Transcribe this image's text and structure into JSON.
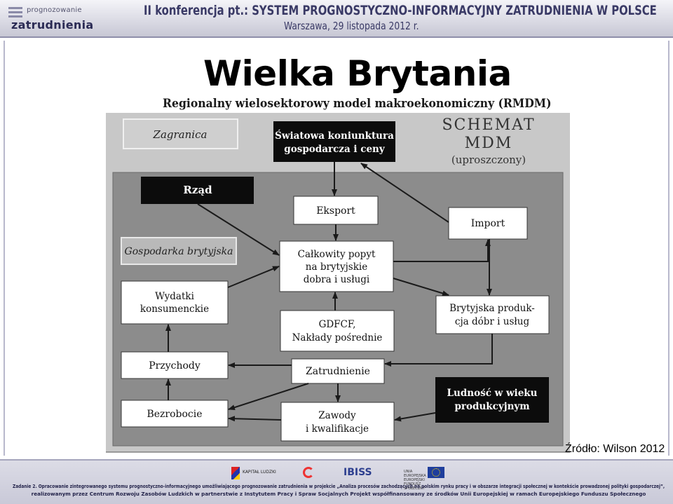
{
  "header": {
    "logo_small": "prognozowanie",
    "logo_big": "zatrudnienia",
    "conference_title": "II konferencja pt.: SYSTEM PROGNOSTYCZNO-INFORMACYJNY ZATRUDNIENIA W POLSCE",
    "conference_subtitle": "Warszawa, 29 listopada 2012 r."
  },
  "slide": {
    "title": "Wielka Brytania",
    "source": "Źródło: Wilson 2012"
  },
  "diagram": {
    "title": "Regionalny wielosektorowy model makroekonomiczny (RMDM)",
    "schema_lines": [
      "SCHEMAT",
      "MDM",
      "(uproszczony)"
    ],
    "outer_label": "Zagranica",
    "inner_label": "Gospodarka brytyjska",
    "nodes": {
      "swiatowa": [
        "Światowa koniunktura",
        "gospodarcza i ceny"
      ],
      "rzad": [
        "Rząd"
      ],
      "eksport": [
        "Eksport"
      ],
      "import": [
        "Import"
      ],
      "popyt": [
        "Całkowity popyt",
        "na brytyjskie",
        "dobra i usługi"
      ],
      "wydatki": [
        "Wydatki",
        "konsumenckie"
      ],
      "gdfcf": [
        "GDFCF,",
        "Nakłady pośrednie"
      ],
      "produkcja": [
        "Brytyjska produk-",
        "cja dóbr i usług"
      ],
      "przychody": [
        "Przychody"
      ],
      "zatrudnienie": [
        "Zatrudnienie"
      ],
      "ludnosc": [
        "Ludność w wieku",
        "produkcyjnym"
      ],
      "bezrobocie": [
        "Bezrobocie"
      ],
      "zawody": [
        "Zawody",
        "i kwalifikacje"
      ]
    },
    "colors": {
      "outer_bg": "#c8c8c8",
      "inner_bg": "#8c8c8c",
      "dark_node": "#0c0c0c",
      "light_node": "#ffffff",
      "arrow": "#1a1a1a"
    }
  },
  "footer": {
    "logo_kapital": "KAPITAŁ LUDZKI",
    "logo_ibs": "IBISS",
    "logo_fund": "UNIA EUROPEJSKA EUROPEJSKI FUNDUSZ SPOŁECZNY",
    "line1": "Zadanie 2. Opracowanie zintegrowanego systemu prognostyczno-informacyjnego umożliwiającego prognozowanie zatrudnienia w projekcie „Analiza procesów zachodzących na polskim rynku pracy i w obszarze integracji społecznej w kontekście prowadzonej polityki gospodarczej”,",
    "line2": "realizowanym przez Centrum Rozwoju Zasobów Ludzkich w partnerstwie z Instytutem Pracy i Spraw Socjalnych Projekt współfinansowany ze środków Unii Europejskiej w ramach Europejskiego Funduszu Społecznego"
  }
}
